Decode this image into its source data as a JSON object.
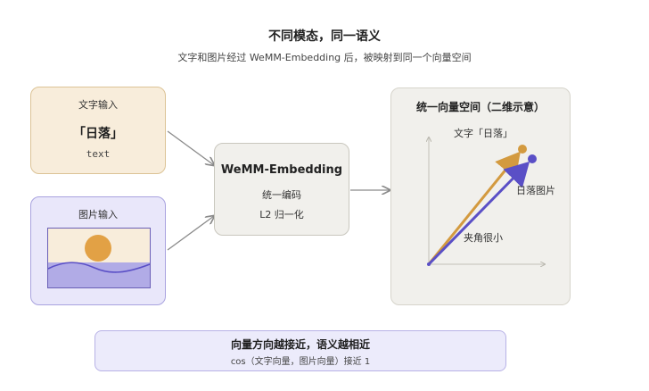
{
  "header": {
    "title": "不同模态，同一语义",
    "subtitle": "文字和图片经过 WeMM-Embedding 后，被映射到同一个向量空间"
  },
  "text_input": {
    "label": "文字输入",
    "content": "「日落」",
    "type_label": "text"
  },
  "image_input": {
    "label": "图片输入"
  },
  "embedding": {
    "name": "WeMM-Embedding",
    "step1": "统一编码",
    "step2": "L2 归一化"
  },
  "vector_space": {
    "title": "统一向量空间（二维示意）",
    "text_vector_label": "文字「日落」",
    "image_vector_label": "日落图片",
    "angle_label": "夹角很小"
  },
  "conclusion": {
    "headline": "向量方向越接近，语义越相近",
    "formula": "cos（文字向量，图片向量）接近 1"
  },
  "colors": {
    "text_accent": "#d39a3f",
    "image_accent": "#5a4fc6",
    "arrow": "#8a8a8a"
  }
}
